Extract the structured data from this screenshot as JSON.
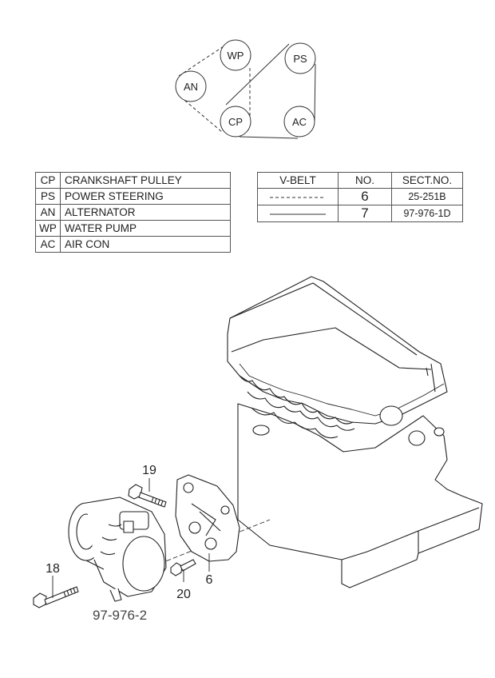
{
  "pulleys": [
    {
      "code": "WP"
    },
    {
      "code": "PS"
    },
    {
      "code": "AN"
    },
    {
      "code": "CP"
    },
    {
      "code": "AC"
    }
  ],
  "legend": [
    {
      "code": "CP",
      "name": "CRANKSHAFT PULLEY"
    },
    {
      "code": "PS",
      "name": "POWER STEERING"
    },
    {
      "code": "AN",
      "name": "ALTERNATOR"
    },
    {
      "code": "WP",
      "name": "WATER PUMP"
    },
    {
      "code": "AC",
      "name": "AIR CON"
    }
  ],
  "belt_table": {
    "headers": [
      "V-BELT",
      "NO.",
      "SECT.NO."
    ],
    "rows": [
      {
        "line_style": "dashed",
        "no": "6",
        "sect": "25-251B"
      },
      {
        "line_style": "solid",
        "no": "7",
        "sect": "97-976-1D"
      }
    ]
  },
  "callouts": {
    "bolt_top": "19",
    "bolt_left": "18",
    "bolt_bracket": "20",
    "bracket": "6",
    "compressor_ref": "97-976-2"
  }
}
